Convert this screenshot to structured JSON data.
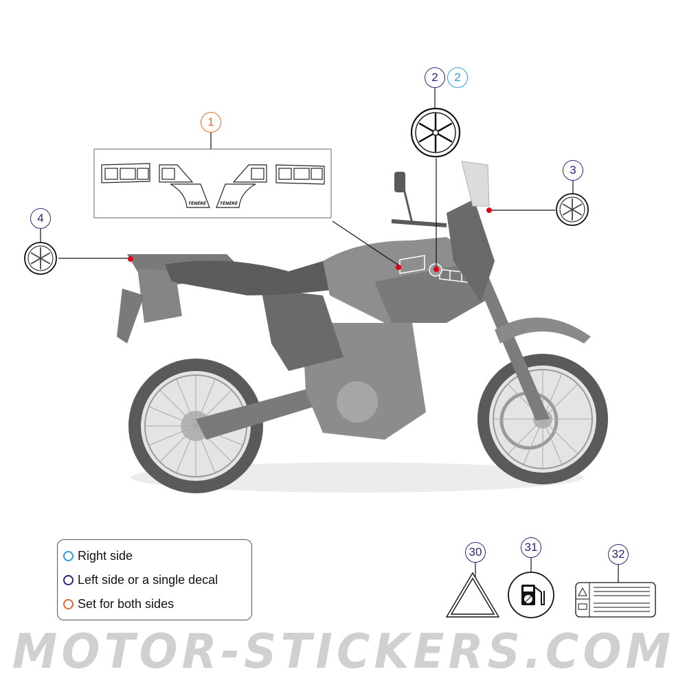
{
  "diagram": {
    "subject": "Adventure motorcycle decal placement diagram",
    "colors": {
      "right_side": "#2a9fd6",
      "left_side_or_single": "#2b2477",
      "set_both_sides": "#e06a2a",
      "marker_dot": "#e0001b",
      "motorcycle_body": "#8a8a8a",
      "watermark": "#d0d0d0"
    },
    "callouts": [
      {
        "id": "1",
        "label": "1",
        "type": "set_both_sides",
        "part": "tank side stripe decal set (Ténéré)"
      },
      {
        "id": "2-left",
        "label": "2",
        "type": "left_side_or_single",
        "part": "tuning fork emblem"
      },
      {
        "id": "2-right",
        "label": "2",
        "type": "right_side",
        "part": "tuning fork emblem"
      },
      {
        "id": "3",
        "label": "3",
        "type": "left_side_or_single",
        "part": "tuning fork emblem (windscreen)"
      },
      {
        "id": "4",
        "label": "4",
        "type": "left_side_or_single",
        "part": "tuning fork emblem (rear rack)"
      },
      {
        "id": "30",
        "label": "30",
        "type": "left_side_or_single",
        "part": "warning triangle"
      },
      {
        "id": "31",
        "label": "31",
        "type": "left_side_or_single",
        "part": "fuel pump label"
      },
      {
        "id": "32",
        "label": "32",
        "type": "left_side_or_single",
        "part": "warning / manual info label"
      }
    ],
    "decal_text": "TÉNÉRÉ"
  },
  "legend": {
    "items": [
      {
        "label": "Right side",
        "color": "#2a9fd6"
      },
      {
        "label": "Left side or a single decal",
        "color": "#2b2477"
      },
      {
        "label": "Set for both sides",
        "color": "#e06a2a"
      }
    ]
  },
  "watermark": {
    "text": "MOTOR-STICKERS.COM"
  }
}
